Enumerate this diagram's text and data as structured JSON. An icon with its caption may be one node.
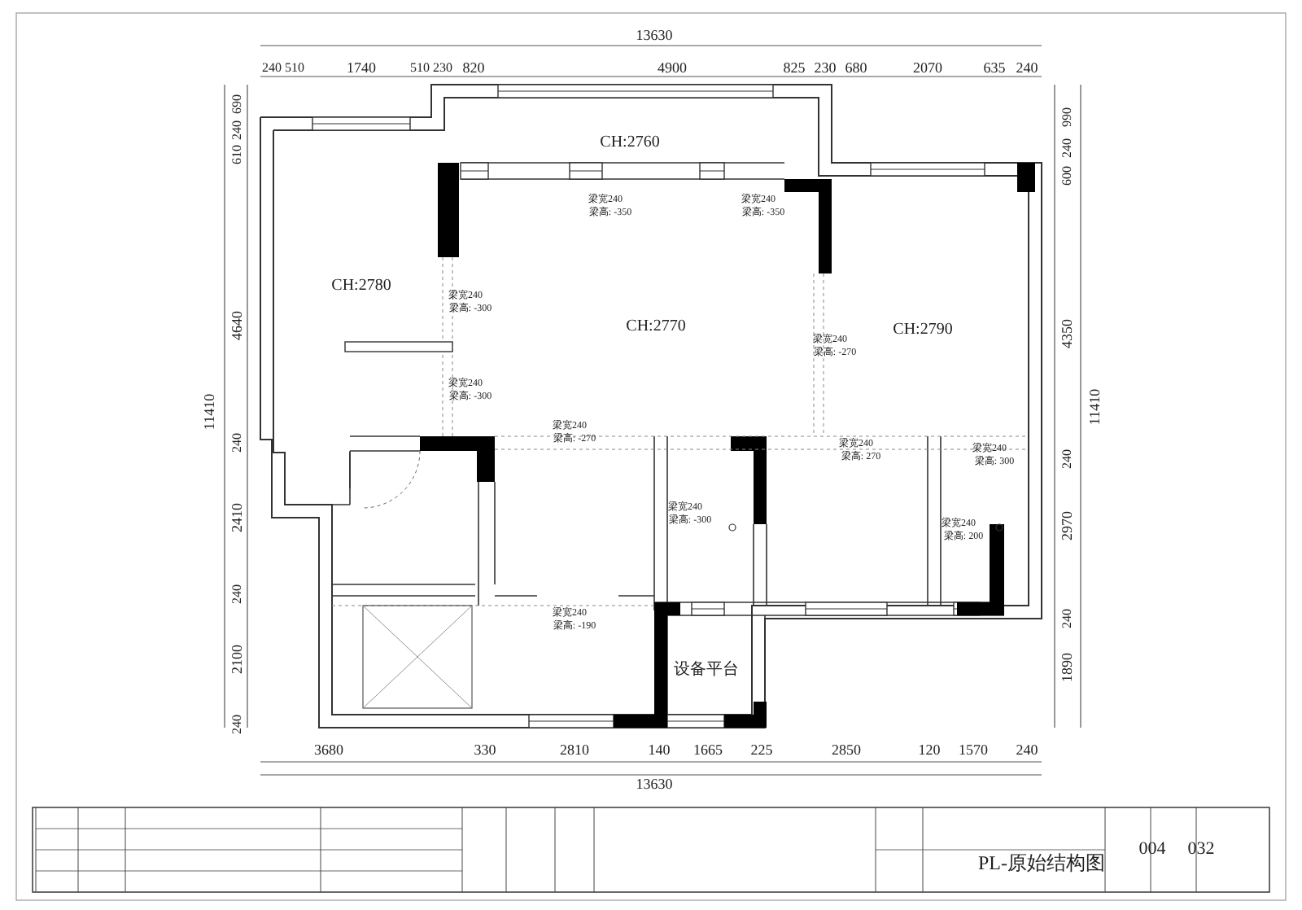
{
  "diagram": {
    "title": "PL-原始结构图",
    "labels": [
      "13630",
      "240",
      "510",
      "1740",
      "510",
      "230",
      "820",
      "4900",
      "825",
      "230",
      "680",
      "2070",
      "635",
      "240",
      "690",
      "240",
      "610",
      "4640",
      "11410",
      "240",
      "2410",
      "240",
      "2100",
      "240",
      "990",
      "240",
      "600",
      "4350",
      "11410",
      "240",
      "2970",
      "240",
      "1890",
      "CH:2760",
      "梁宽240",
      "梁高: -350",
      "梁宽240",
      "梁高: -350",
      "CH:2780",
      "梁宽240",
      "梁高: -300",
      "CH:2770",
      "梁宽240",
      "梁高: -270",
      "CH:2790",
      "梁宽240",
      "梁高: -300",
      "梁宽240",
      "梁高: -270",
      "梁宽240",
      "梁高: 270",
      "梁宽240",
      "梁高: 300",
      "梁宽240",
      "梁高: -300",
      "梁宽240",
      "梁高: 200",
      "梁宽240",
      "梁高: -190",
      "设备平台",
      "3680",
      "330",
      "2810",
      "140",
      "1665",
      "225",
      "2850",
      "120",
      "1570",
      "240",
      "13630",
      "004",
      "032"
    ]
  }
}
